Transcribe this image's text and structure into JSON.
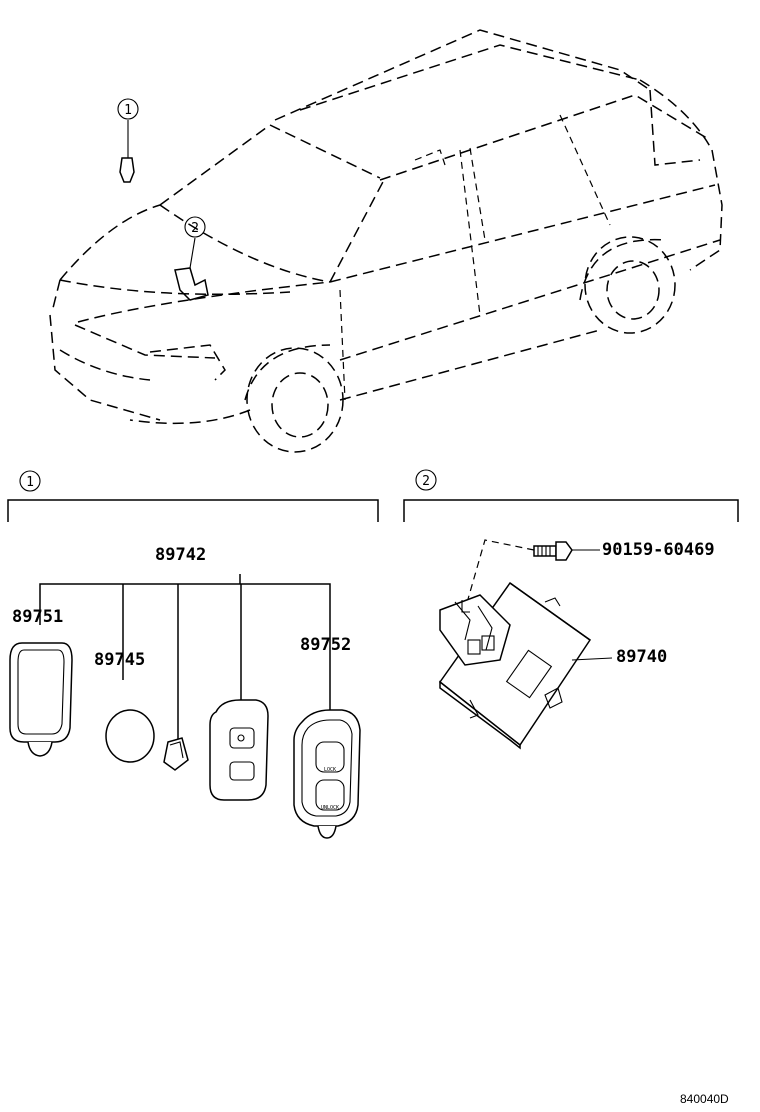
{
  "callouts": {
    "one": "1",
    "two": "2"
  },
  "sections": [
    {
      "number": "1"
    },
    {
      "number": "2"
    }
  ],
  "parts": {
    "keyless_set": "89742",
    "key_case": "89751",
    "battery": "89745",
    "transmitter_two_button": "89752",
    "receiver": "89740",
    "bolt": "90159-60469"
  },
  "button_labels": {
    "lock": "LOCK",
    "unlock": "UNLOCK"
  },
  "diagram_code": "840040D"
}
